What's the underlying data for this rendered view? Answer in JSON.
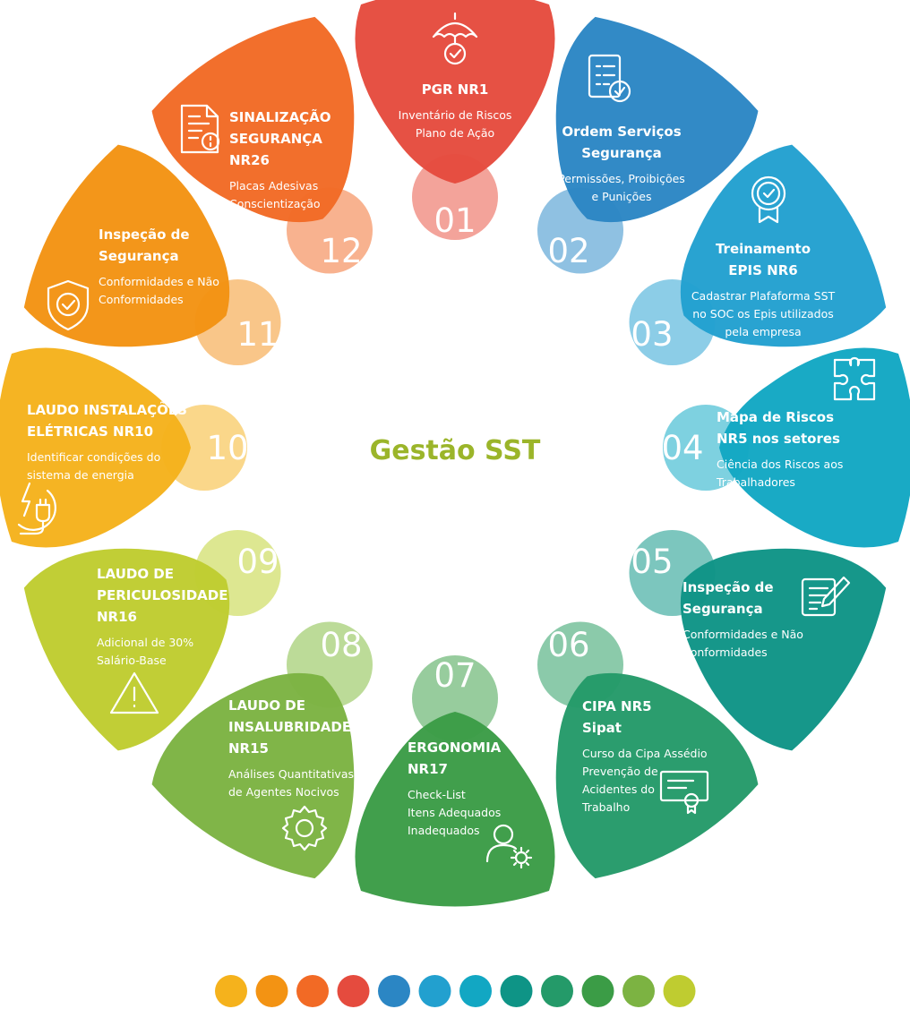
{
  "center_title": "Gestão SST",
  "items": [
    {
      "number": "01",
      "title": [
        "PGR NR1"
      ],
      "desc": [
        "Inventário de Riscos",
        "Plano de Ação"
      ],
      "icon": "umbrella-check-icon",
      "color": "#e54b3e",
      "tab": "#f3a39a"
    },
    {
      "number": "02",
      "title": [
        "Ordem Serviços",
        "Segurança"
      ],
      "desc": [
        "Permissões, Proibições",
        "e Punições"
      ],
      "icon": "clipboard-check-icon",
      "color": "#2b86c4",
      "tab": "#8fc1e2"
    },
    {
      "number": "03",
      "title": [
        "Treinamento",
        "EPIS NR6"
      ],
      "desc": [
        "Cadastrar Plafaforma SST",
        "no SOC os Epis utilizados",
        "pela empresa"
      ],
      "icon": "badge-check-icon",
      "color": "#22a0cf",
      "tab": "#8ccde7"
    },
    {
      "number": "04",
      "title": [
        "Mapa de Riscos",
        "NR5 nos setores"
      ],
      "desc": [
        "Ciência dos Riscos aos",
        "Trabalhadores"
      ],
      "icon": "puzzle-icon",
      "color": "#12a7c3",
      "tab": "#7ed1e0"
    },
    {
      "number": "05",
      "title": [
        "Inspeção de",
        "Segurança"
      ],
      "desc": [
        "Conformidades e Não",
        "Conformidades"
      ],
      "icon": "form-pencil-icon",
      "color": "#0e9486",
      "tab": "#7cc6be"
    },
    {
      "number": "06",
      "title": [
        "CIPA NR5",
        "Sipat"
      ],
      "desc": [
        "Curso da Cipa Assédio",
        "Prevenção de",
        "Acidentes do",
        "Trabalho"
      ],
      "icon": "certificate-icon",
      "color": "#249a69",
      "tab": "#8bcaaa"
    },
    {
      "number": "07",
      "title": [
        "ERGONOMIA",
        "NR17"
      ],
      "desc": [
        "Check-List",
        "Itens Adequados",
        "Inadequados"
      ],
      "icon": "user-gear-icon",
      "color": "#3b9c46",
      "tab": "#97cc9d"
    },
    {
      "number": "08",
      "title": [
        "LAUDO DE",
        "INSALUBRIDADE",
        "NR15"
      ],
      "desc": [
        "Análises Quantitativas",
        "de Agentes Nocivos"
      ],
      "icon": "gear-icon",
      "color": "#7cb342",
      "tab": "#bcdb98"
    },
    {
      "number": "09",
      "title": [
        "LAUDO DE",
        "PERICULOSIDADE",
        "NR16"
      ],
      "desc": [
        "Adicional de 30%",
        "Salário-Base"
      ],
      "icon": "warning-icon",
      "color": "#bfcc30",
      "tab": "#dde791"
    },
    {
      "number": "10",
      "title": [
        "LAUDO INSTALAÇÕES",
        "ELÉTRICAS NR10"
      ],
      "desc": [
        "Identificar condições do",
        "sistema de energia"
      ],
      "icon": "electric-plug-icon",
      "color": "#f5b21c",
      "tab": "#fad78a"
    },
    {
      "number": "11",
      "title": [
        "Inspeção de",
        "Segurança"
      ],
      "desc": [
        "Conformidades e Não",
        "Conformidades"
      ],
      "icon": "shield-check-icon",
      "color": "#f39313",
      "tab": "#f9c689"
    },
    {
      "number": "12",
      "title": [
        "SINALIZAÇÃO",
        "SEGURANÇA",
        "NR26"
      ],
      "desc": [
        "Placas Adesivas",
        "Conscientização"
      ],
      "icon": "document-signal-icon",
      "color": "#f26a25",
      "tab": "#f8b28f"
    }
  ],
  "legend_dots": [
    "#f5b21c",
    "#f39313",
    "#f26a25",
    "#e54b3e",
    "#2b86c4",
    "#22a0cf",
    "#12a7c3",
    "#0e9486",
    "#249a69",
    "#3b9c46",
    "#7cb342",
    "#bfcc30"
  ]
}
